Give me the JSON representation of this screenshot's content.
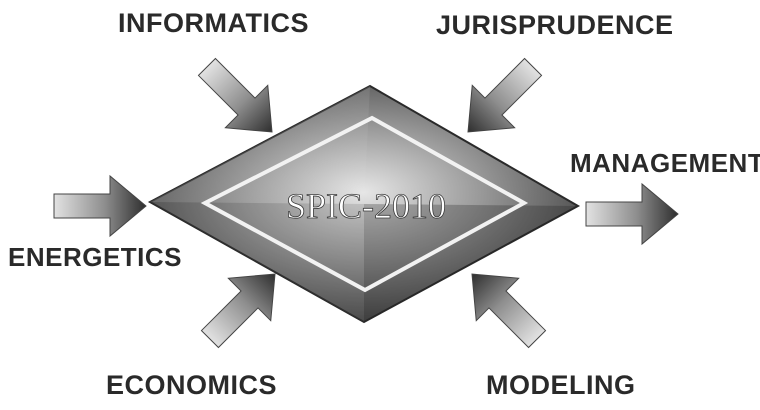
{
  "diagram": {
    "center_label": "SPIC-2010",
    "inputs": [
      {
        "id": "informatics",
        "label": "INFORMATICS"
      },
      {
        "id": "jurisprudence",
        "label": "JURISPRUDENCE"
      },
      {
        "id": "energetics",
        "label": "ENERGETICS"
      },
      {
        "id": "economics",
        "label": "ECONOMICS"
      },
      {
        "id": "modeling",
        "label": "MODELING"
      }
    ],
    "output": {
      "id": "management",
      "label": "MANAGEMENT"
    }
  },
  "colors": {
    "diamond_dark": "#3a3a3a",
    "diamond_light": "#d8d8d8",
    "inner_border": "#f2f2f2",
    "arrow_dark": "#3c3c3c",
    "arrow_light": "#e0e0e0",
    "text": "#2a2a2a"
  }
}
